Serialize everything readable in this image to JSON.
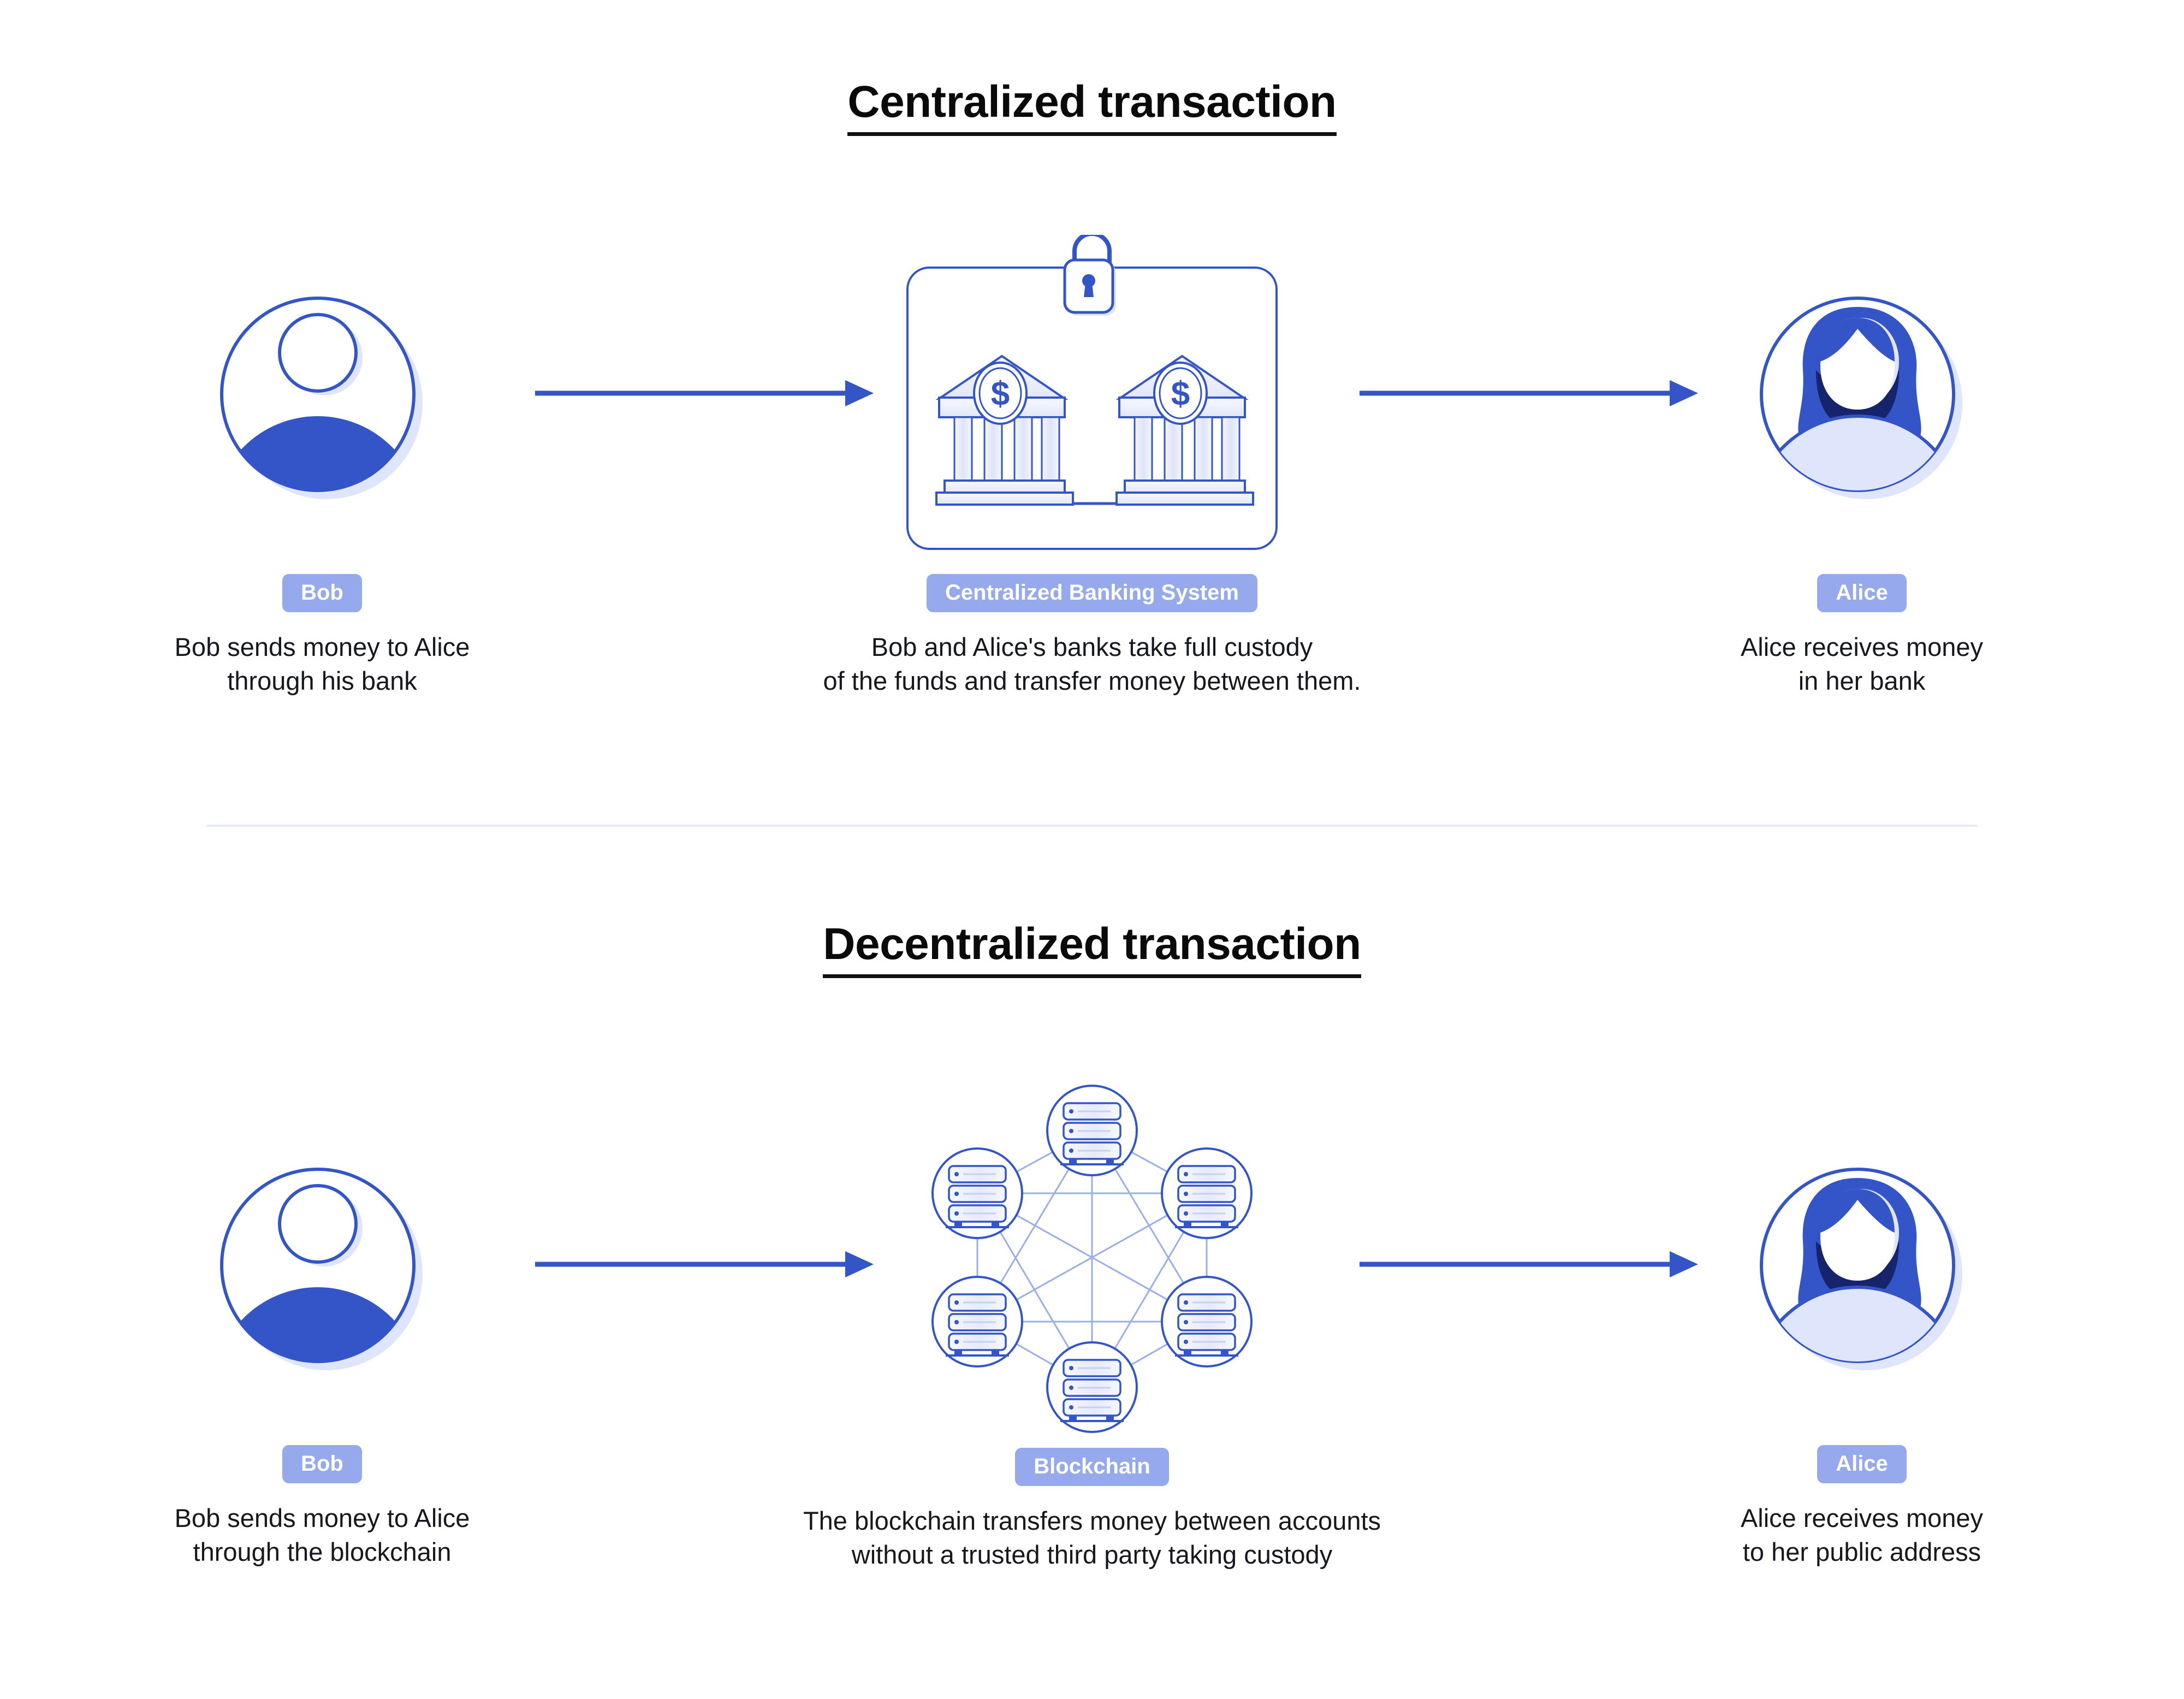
{
  "sections": [
    {
      "id": "centralized",
      "title": "Centralized transaction",
      "steps": [
        {
          "badge": "Bob",
          "icon": "user-avatar-male-icon",
          "caption": "Bob sends money to Alice\nthrough his bank"
        },
        {
          "badge": "Centralized Banking System",
          "icon": "locked-banks-icon",
          "caption": "Bob and Alice's banks take full custody\nof the funds and transfer money between them."
        },
        {
          "badge": "Alice",
          "icon": "user-avatar-female-icon",
          "caption": "Alice receives money\nin her bank"
        }
      ]
    },
    {
      "id": "decentralized",
      "title": "Decentralized transaction",
      "steps": [
        {
          "badge": "Bob",
          "icon": "user-avatar-male-icon",
          "caption": "Bob sends money to Alice\nthrough the blockchain"
        },
        {
          "badge": "Blockchain",
          "icon": "blockchain-node-network-icon",
          "caption": "The blockchain transfers money between accounts\nwithout a trusted third party taking custody"
        },
        {
          "badge": "Alice",
          "icon": "user-avatar-female-icon",
          "caption": "Alice receives money\nto her public address"
        }
      ]
    }
  ],
  "arrows": [
    {
      "name": "arrow-bob-to-bank",
      "direction": "right"
    },
    {
      "name": "arrow-bank-to-alice",
      "direction": "right"
    },
    {
      "name": "arrow-bob-to-blockchain",
      "direction": "right"
    },
    {
      "name": "arrow-blockchain-to-alice",
      "direction": "right"
    }
  ],
  "colors": {
    "primary_blue": "#3355c8",
    "badge_blue": "#95a9ec",
    "light_lavender": "#dfe5fa",
    "pale_fill": "#eef1fc",
    "dark_navy": "#16256b",
    "divider": "#e6e9f3",
    "text": "#16181d",
    "mesh_line": "#9aaeea"
  }
}
